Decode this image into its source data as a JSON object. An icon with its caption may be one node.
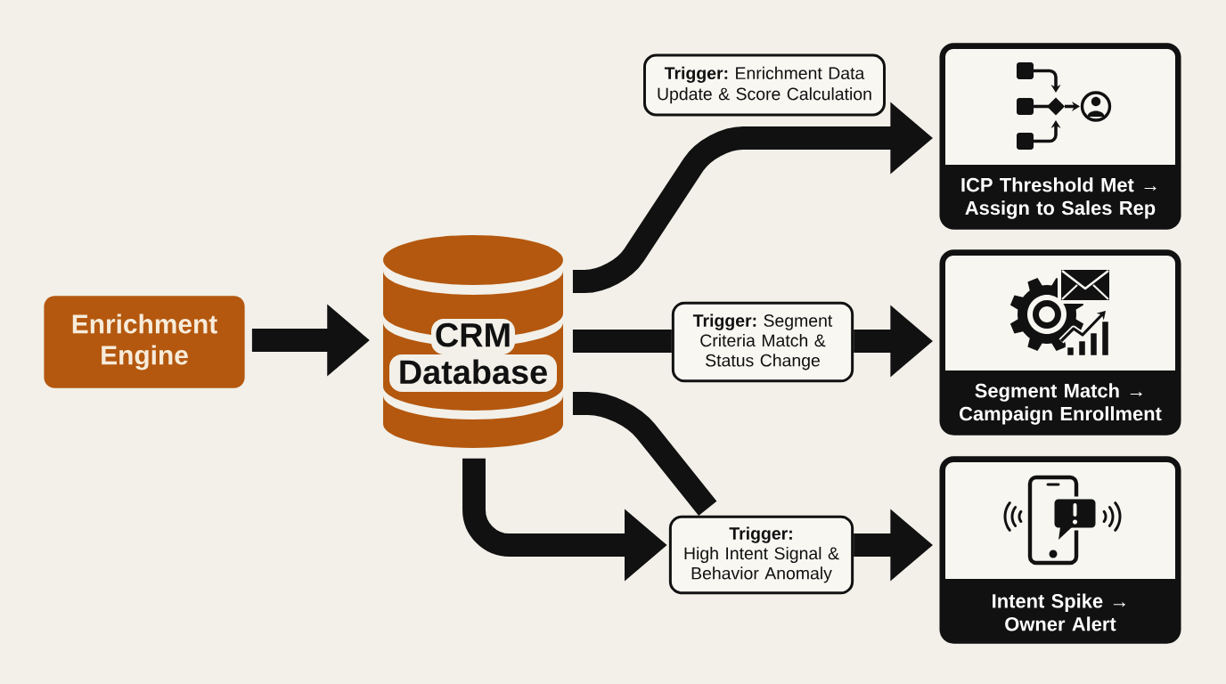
{
  "diagram": {
    "nodes": [
      {
        "text": [
          "Enrichment Engine"
        ]
      },
      {
        "text": [
          "CRM Database"
        ]
      },
      {
        "text": [
          "**Trigger:** Enrichment Data Update & Score Calculation"
        ]
      },
      {
        "text": [
          "ICP Threshold Met → Assign to Sales Rep"
        ]
      },
      {
        "text": [
          "**Trigger:** Segment Criteria Match & Status Change"
        ]
      },
      {
        "text": [
          "Segment Match → Campaign Enrollment"
        ]
      },
      {
        "text": [
          "Trigger:",
          "High Intent Signal & Behavior Anomaly"
        ]
      },
      {
        "text": [
          "Intent Spike → Owner Alert"
        ]
      }
    ],
    "edges": [
      {
        "from": 0,
        "to": 1,
        "arrow": "to"
      },
      {
        "from": 1,
        "to": 3,
        "arrow": "to"
      },
      {
        "from": 1,
        "to": 4,
        "arrow": "none"
      },
      {
        "from": 4,
        "to": 5,
        "arrow": "to"
      },
      {
        "from": 1,
        "to": 6,
        "arrow": "none"
      },
      {
        "from": 1,
        "to": 6,
        "arrow": "to"
      },
      {
        "from": 6,
        "to": 7,
        "arrow": "to"
      }
    ]
  }
}
